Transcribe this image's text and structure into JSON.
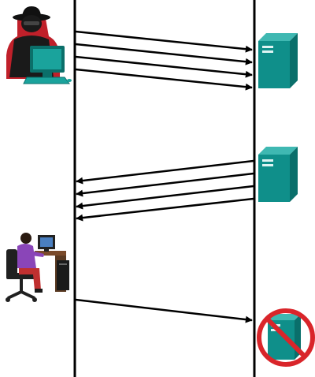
{
  "diagram": {
    "type": "sequence-diagram",
    "actors": [
      {
        "id": "attacker",
        "role": "attacker",
        "icon": "hooded-attacker-computer-icon"
      },
      {
        "id": "server",
        "role": "server",
        "icon": "server-tower-icon"
      },
      {
        "id": "user",
        "role": "legitimate-user",
        "icon": "user-at-desk-icon"
      }
    ],
    "phases": [
      {
        "id": "flood",
        "from": "attacker",
        "to": "server",
        "arrow_count": 4,
        "direction": "right"
      },
      {
        "id": "responses",
        "from": "server",
        "to": "attacker",
        "arrow_count": 4,
        "direction": "left"
      },
      {
        "id": "blocked-request",
        "from": "user",
        "to": "server",
        "arrow_count": 1,
        "direction": "right",
        "server_state": "unavailable",
        "overlay_icon": "prohibited-icon"
      }
    ]
  },
  "colors": {
    "lifeline": "#000000",
    "arrow": "#000000",
    "server_front": "#0f8f8a",
    "server_side": "#0a6f6b",
    "server_top": "#3fb8b2",
    "prohibited": "#d9252a",
    "attacker_body": "#1a1a1a",
    "attacker_outline": "#c0202a",
    "computer": "#1aa39c",
    "user_shirt": "#8a45b8",
    "chair": "#202020",
    "desk": "#7a4a2a"
  }
}
